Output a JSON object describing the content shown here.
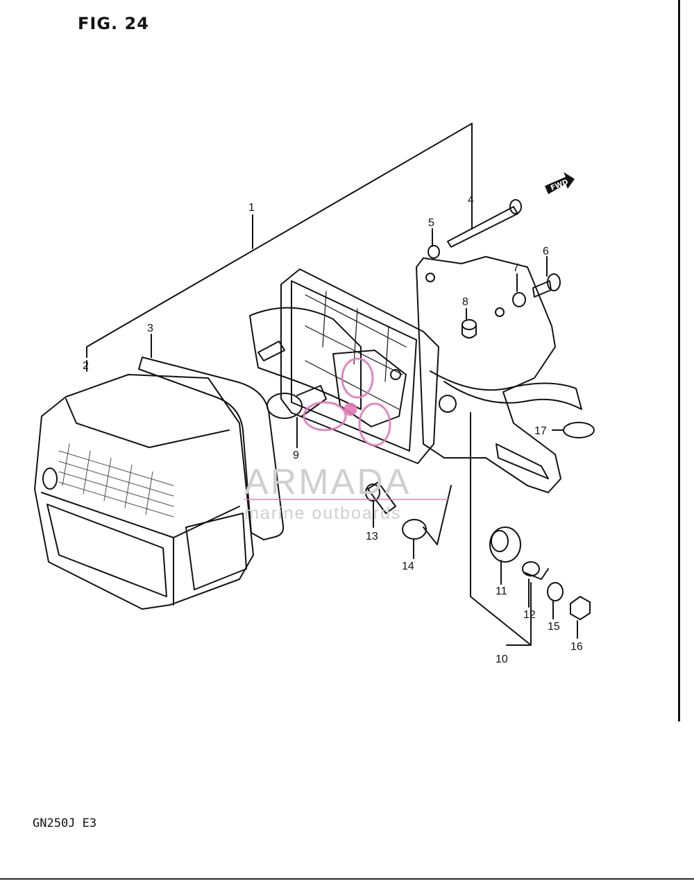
{
  "figure": {
    "title": "FIG. 24",
    "model_code": "GN250J  E3"
  },
  "direction_marker": "FWD",
  "watermark": {
    "brand": "ARMADA",
    "tagline": "marine outboards",
    "logo_color": "#e07ab8"
  },
  "callouts": [
    "1",
    "2",
    "3",
    "4",
    "5",
    "6",
    "7",
    "8",
    "9",
    "10",
    "11",
    "12",
    "13",
    "14",
    "15",
    "16",
    "17"
  ],
  "icons": {
    "watermark_logo": "propeller-logo-icon",
    "forward_arrow": "fwd-arrow-icon"
  }
}
